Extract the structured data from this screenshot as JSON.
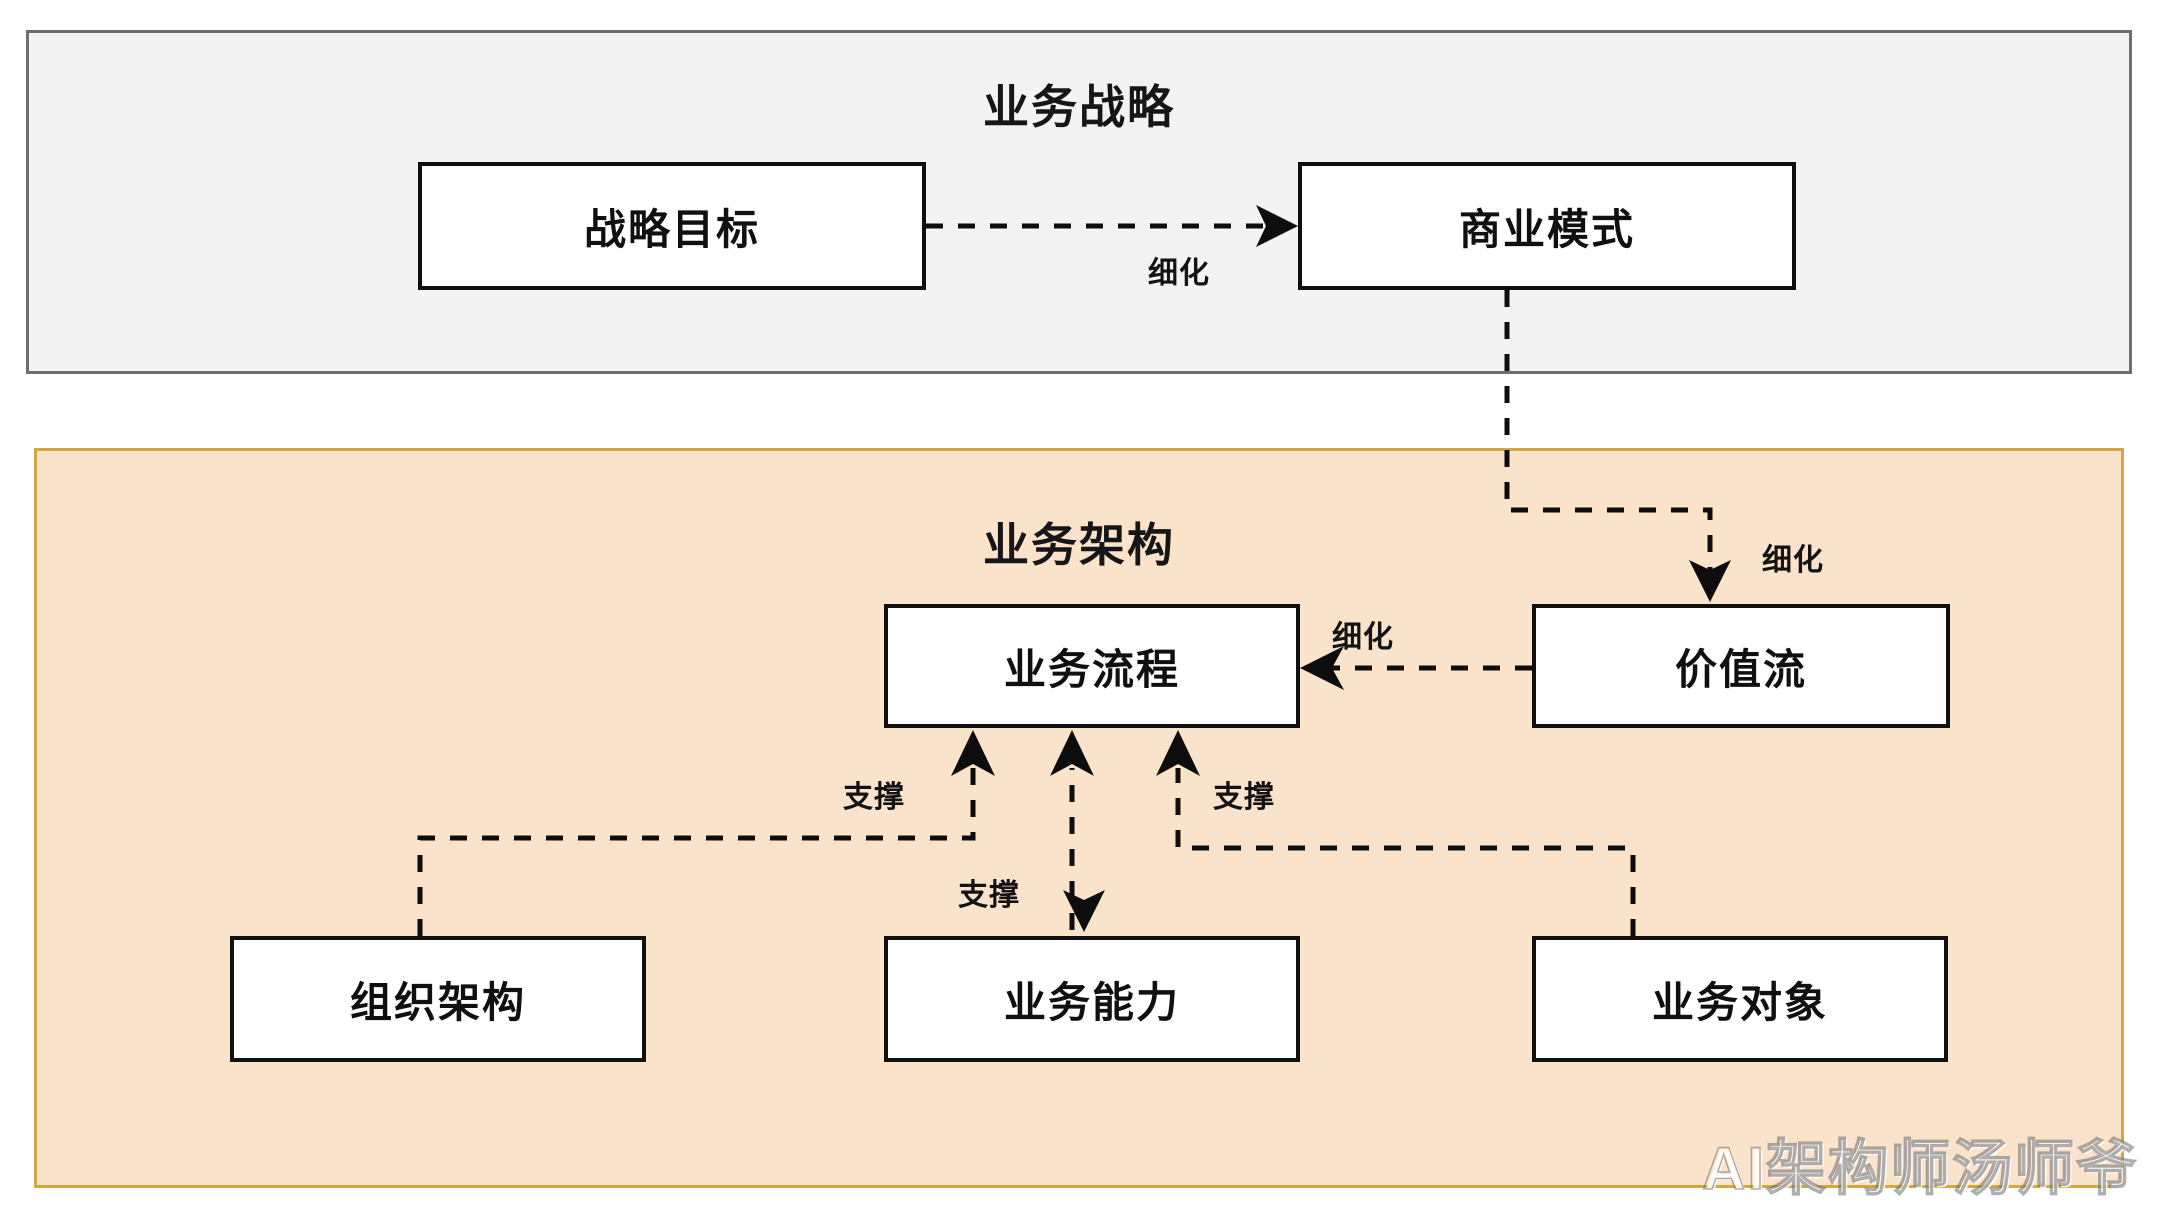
{
  "diagram": {
    "title_strategy": "业务战略",
    "title_architecture": "业务架构",
    "watermark": "AI架构师汤师爷"
  },
  "panels": [
    {
      "id": "strategy",
      "label": "业务战略",
      "fill": "#f3f3f3",
      "border": "#6e6e6e"
    },
    {
      "id": "architecture",
      "label": "业务架构",
      "fill": "#fae3cb",
      "border": "#d4a83c"
    }
  ],
  "nodes": {
    "strategic_goal": "战略目标",
    "business_model": "商业模式",
    "business_process": "业务流程",
    "value_stream": "价值流",
    "org_structure": "组织架构",
    "business_capability": "业务能力",
    "business_object": "业务对象"
  },
  "edges": [
    {
      "id": "goal-to-model",
      "from": "战略目标",
      "to": "商业模式",
      "label": "细化",
      "style": "dashed",
      "arrow": "right"
    },
    {
      "id": "model-to-valuestream",
      "from": "商业模式",
      "to": "价值流",
      "label": "细化",
      "style": "dashed",
      "arrow": "down"
    },
    {
      "id": "valuestream-to-process",
      "from": "价值流",
      "to": "业务流程",
      "label": "细化",
      "style": "dashed",
      "arrow": "left"
    },
    {
      "id": "org-to-process",
      "from": "组织架构",
      "to": "业务流程",
      "label": "支撑",
      "style": "dashed",
      "arrow": "up"
    },
    {
      "id": "capability-to-process",
      "from": "业务能力",
      "to": "业务流程",
      "label": "支撑",
      "style": "dashed",
      "arrow": "up"
    },
    {
      "id": "process-to-capability",
      "from": "业务流程",
      "to": "业务能力",
      "label": "支撑",
      "style": "dashed",
      "arrow": "down"
    },
    {
      "id": "object-to-process",
      "from": "业务对象",
      "to": "业务流程",
      "label": "支撑",
      "style": "dashed",
      "arrow": "up"
    }
  ],
  "edge_labels": {
    "refine_goal_model": "细化",
    "refine_model_valuestream": "细化",
    "refine_valuestream_process": "细化",
    "support_left": "支撑",
    "support_right": "支撑",
    "support_mid": "支撑"
  },
  "colors": {
    "node_border": "#101010",
    "node_fill": "#ffffff",
    "connector": "#0d0d0d",
    "strategy_panel_fill": "#f3f3f3",
    "strategy_panel_border": "#6e6e6e",
    "architecture_panel_fill": "#fae3cb",
    "architecture_panel_border": "#d4a83c",
    "page_background": "#ffffff"
  }
}
